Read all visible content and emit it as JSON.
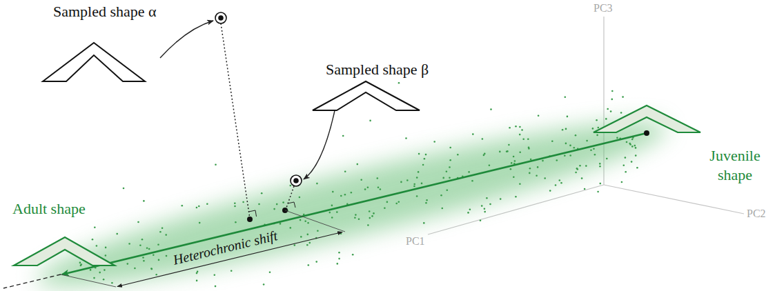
{
  "diagram": {
    "labels": [
      "Sampled shape α",
      "Sampled shape β",
      "Juvenile shape",
      "Adult shape",
      "Heterochronic shift",
      "PC1",
      "PC2",
      "PC3"
    ]
  }
}
